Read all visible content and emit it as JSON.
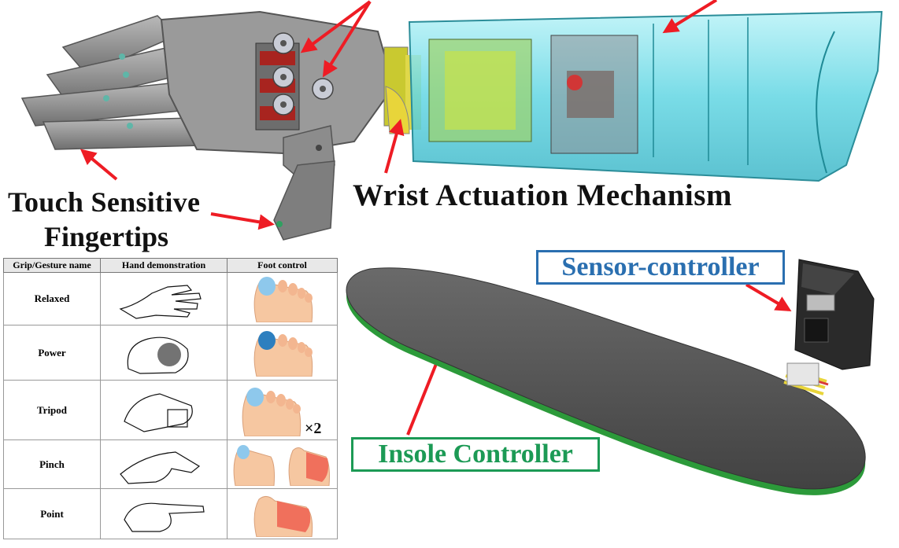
{
  "labels": {
    "wrist": "Wrist Actuation Mechanism",
    "touch_line1": "Touch Sensitive",
    "touch_line2": "Fingertips",
    "sensor_controller": "Sensor-controller",
    "insole_controller": "Insole Controller"
  },
  "table": {
    "headers": [
      "Grip/Gesture name",
      "Hand demonstration",
      "Foot control"
    ],
    "rows": [
      {
        "name": "Relaxed",
        "foot": "big toe highlighted"
      },
      {
        "name": "Power",
        "foot": "big toe highlighted (dark)"
      },
      {
        "name": "Tripod",
        "foot": "big toe highlighted",
        "note": "×2"
      },
      {
        "name": "Pinch",
        "foot": "big toe + small toes highlighted"
      },
      {
        "name": "Point",
        "foot": "small toes highlighted"
      }
    ]
  },
  "colors": {
    "arrow": "#ee1c24",
    "sensor_label": "#2a6fb0",
    "insole_label": "#1c9a55",
    "toe_blue": "#8ec8ec",
    "toe_dark_blue": "#2d7fbf",
    "toe_red": "#f0705c",
    "skin": "#f6c7a1",
    "socket": "#7fe0ea",
    "hand_grey": "#8f8f8f"
  },
  "icons": [
    "prosthetic-hand-icon",
    "forearm-socket-icon",
    "insole-icon",
    "sensor-box-icon",
    "foot-icon",
    "hand-gesture-icon"
  ]
}
